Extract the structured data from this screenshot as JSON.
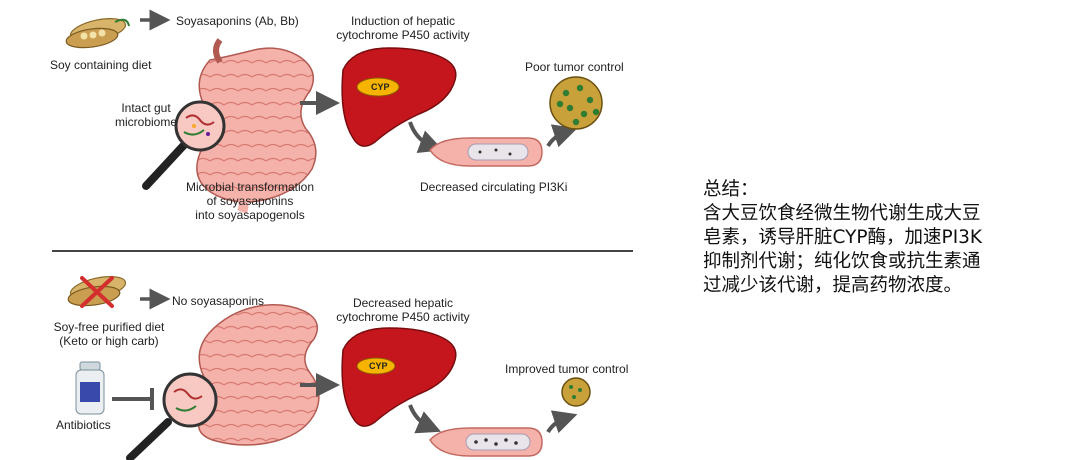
{
  "top": {
    "soyasaponins_label": "Soyasaponins (Ab, Bb)",
    "diet_label": "Soy containing diet",
    "microbiome_label_1": "Intact gut",
    "microbiome_label_2": "microbiome",
    "transformation_1": "Microbial transformation",
    "transformation_2": "of soyasaponins",
    "transformation_3": "into soyasapogenols",
    "liver_label_1": "Induction of hepatic",
    "liver_label_2": "cytochrome P450 activity",
    "cyp_label": "CYP",
    "tumor_label": "Poor tumor control",
    "drug_label": "Decreased circulating PI3Ki"
  },
  "bottom": {
    "soyasaponins_label": "No soyasaponins",
    "diet_label_1": "Soy-free purified diet",
    "diet_label_2": "(Keto or high carb)",
    "antibiotics_label": "Antibiotics",
    "liver_label_1": "Decreased hepatic",
    "liver_label_2": "cytochrome P450 activity",
    "cyp_label": "CYP",
    "tumor_label": "Improved tumor control"
  },
  "summary": {
    "title": "总结：",
    "line1": "含大豆饮食经微生物代谢生成大豆",
    "line2": "皂素，诱导肝脏CYP酶，加速PI3K",
    "line3": "抑制剂代谢；纯化饮食或抗生素通",
    "line4": "过减少该代谢，提高药物浓度。"
  },
  "colors": {
    "liver": "#c4161c",
    "gut": "#f2a7a0",
    "tumor_fill": "#c8a13a",
    "divider": "#444444"
  }
}
